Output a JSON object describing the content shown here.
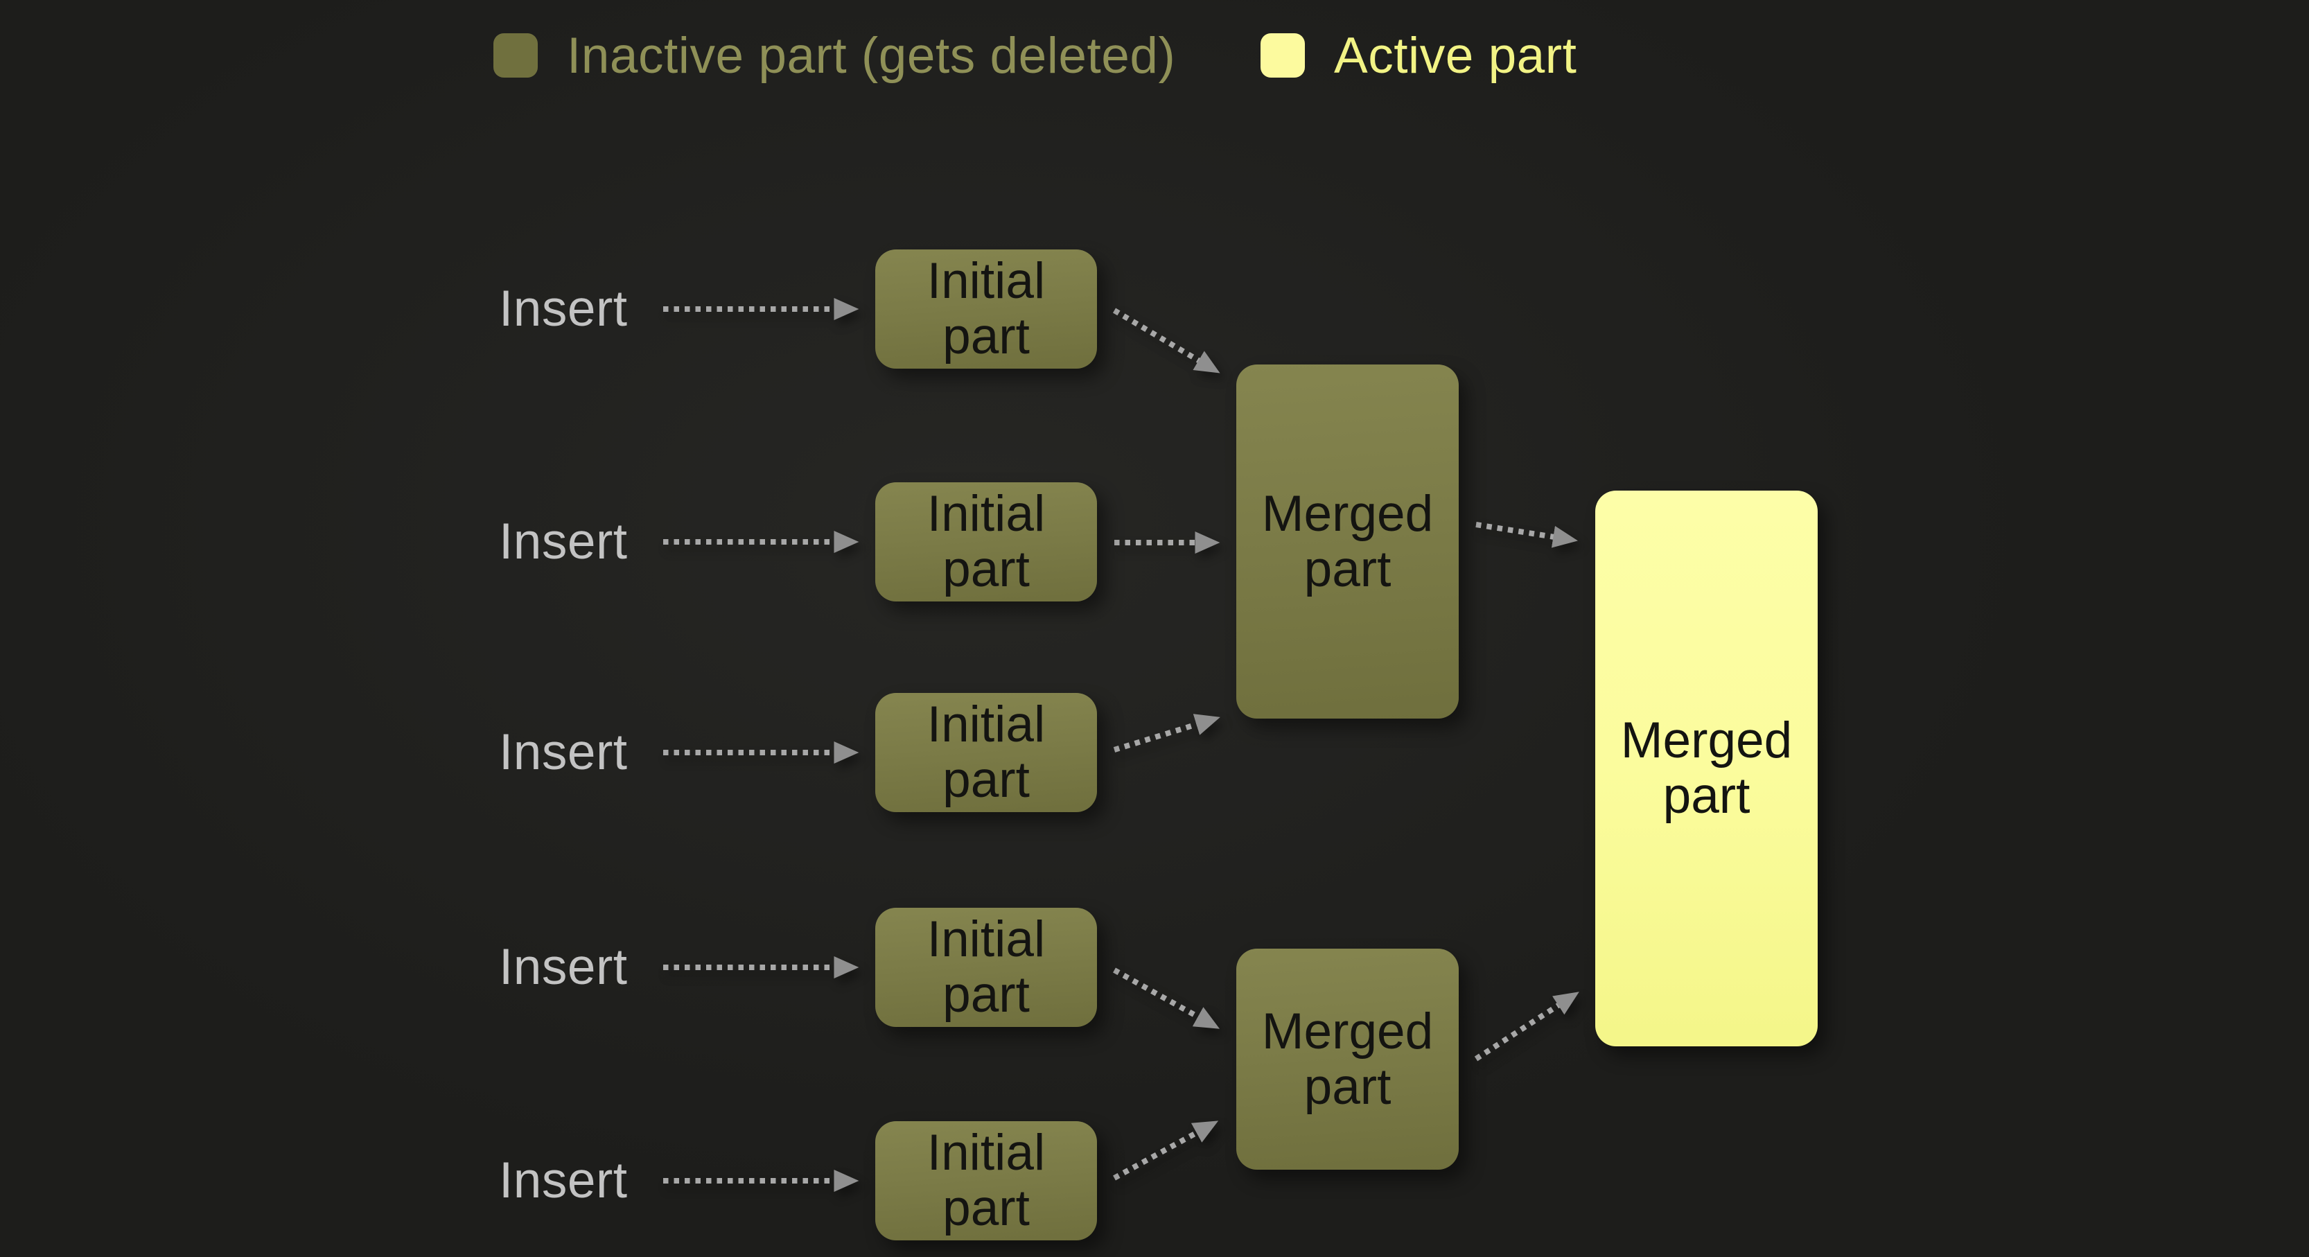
{
  "legend": {
    "inactive_label": "Inactive part (gets deleted)",
    "active_label": "Active part"
  },
  "rows": [
    {
      "insert_label": "Insert",
      "box_label": "Initial part"
    },
    {
      "insert_label": "Insert",
      "box_label": "Initial part"
    },
    {
      "insert_label": "Insert",
      "box_label": "Initial part"
    },
    {
      "insert_label": "Insert",
      "box_label": "Initial part"
    },
    {
      "insert_label": "Insert",
      "box_label": "Initial part"
    }
  ],
  "merged": {
    "top_label": "Merged part",
    "bottom_label": "Merged part",
    "final_label": "Merged part"
  },
  "colors": {
    "background": "#1d1d1b",
    "inactive_fill": "#7b7b47",
    "inactive_fill_light": "#85854f",
    "inactive_fill_dark": "#6f6f3d",
    "active_fill": "#fbfc9d",
    "active_fill_light": "#fdfea8",
    "active_fill_dark": "#f4f689",
    "legend_inactive_swatch": "#70703e",
    "legend_active_swatch": "#fcfa9e",
    "legend_inactive_text": "#8f9057",
    "legend_active_text": "#f2f385",
    "insert_text": "#c3c3c3",
    "node_text": "#141411",
    "arrow_dash": "#a8a8a8",
    "arrow_head": "#8f8f8f"
  }
}
